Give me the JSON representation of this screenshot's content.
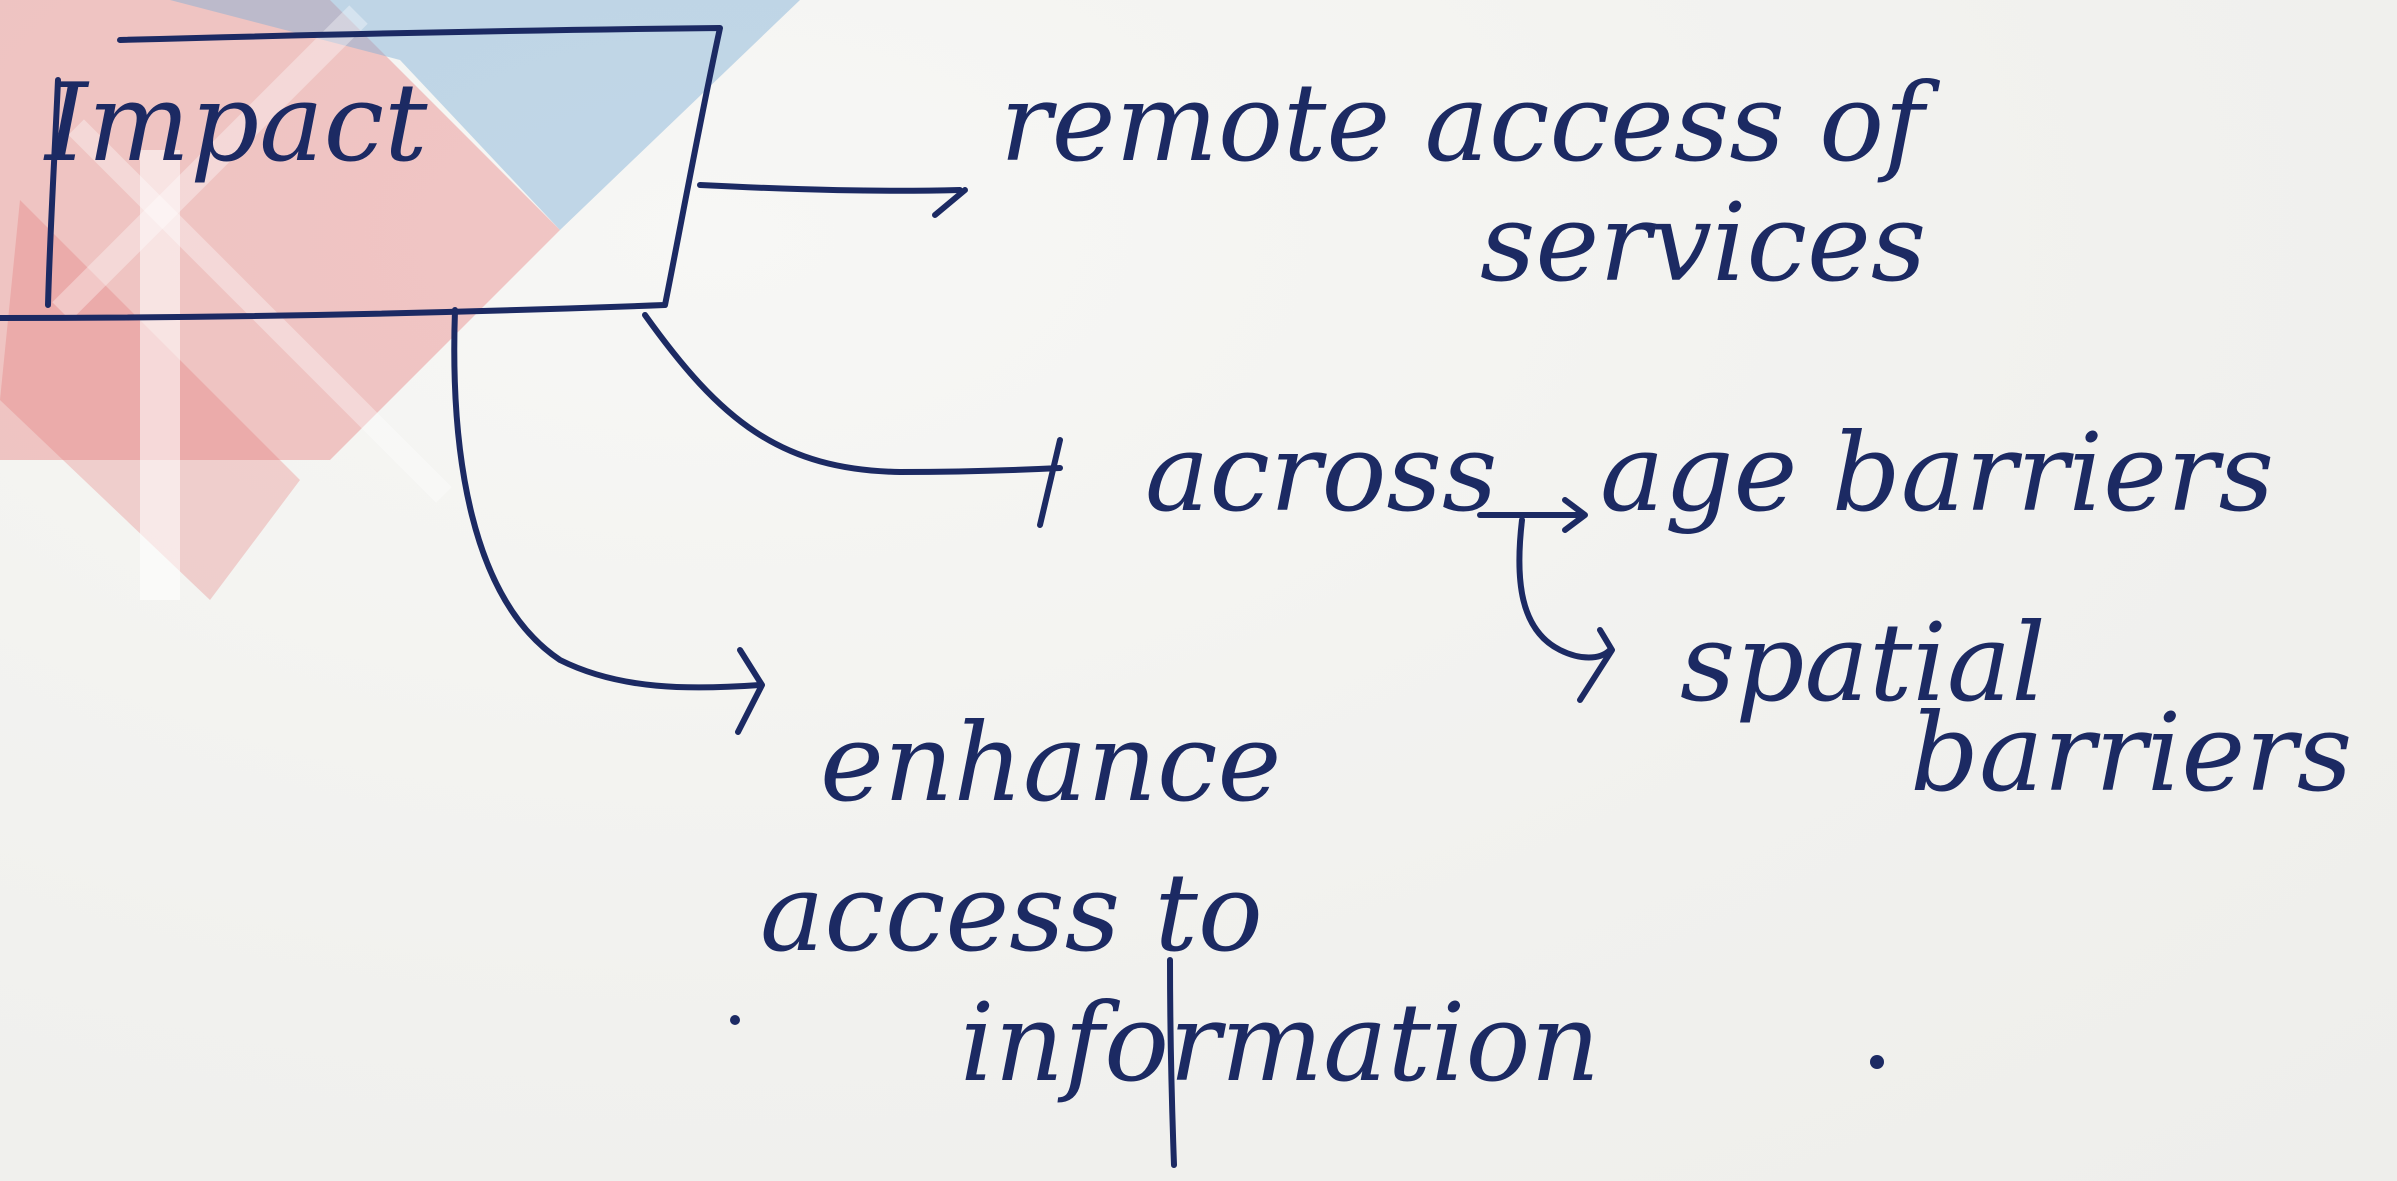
{
  "diagram": {
    "center": "Impact",
    "branches": {
      "remote": "remote access of",
      "remote_cont": "services",
      "across": "across",
      "age": "age barriers",
      "spatial": "spatial",
      "spatial_cont": "barriers",
      "enhance": "enhance",
      "access_to": "access to",
      "information": "information"
    }
  },
  "colors": {
    "ink": "#1c2a63",
    "paper": "#f3f3f1",
    "watermark_red": "#e46a6a",
    "watermark_blue": "#7fb0d6"
  }
}
